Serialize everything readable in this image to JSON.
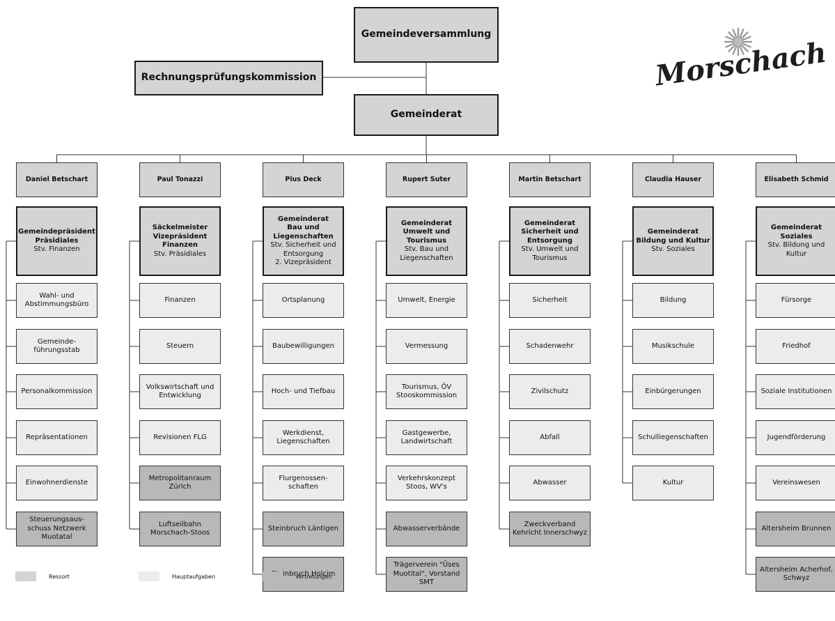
{
  "top": {
    "gemeindeversammlung": "Gemeindeversammlung",
    "rpk": "Rechnungsprüfungskommission",
    "gemeinderat": "Gemeinderat"
  },
  "logo": {
    "text": "Morschach"
  },
  "columns": [
    {
      "name": "Daniel Betschart",
      "ressort": {
        "title": "Gemeindepräsident\nPräsidiales",
        "sub": "Stv. Finanzen"
      },
      "tasks": [
        {
          "label": "Wahl- und\nAbstimmungsbüro",
          "kind": "haupt"
        },
        {
          "label": "Gemeinde-\nführungsstab",
          "kind": "haupt"
        },
        {
          "label": "Personalkommission",
          "kind": "haupt"
        },
        {
          "label": "Repräsentationen",
          "kind": "haupt"
        },
        {
          "label": "Einwohnerdienste",
          "kind": "haupt"
        },
        {
          "label": "Steuerungsaus-\nschuss Netzwerk\nMuotatal",
          "kind": "vertr"
        }
      ]
    },
    {
      "name": "Paul Tonazzi",
      "ressort": {
        "title": "Säckelmeister\nVizepräsident\nFinanzen",
        "sub": "Stv. Präsidiales"
      },
      "tasks": [
        {
          "label": "Finanzen",
          "kind": "haupt"
        },
        {
          "label": "Steuern",
          "kind": "haupt"
        },
        {
          "label": "Volkswirtschaft und\nEntwicklung",
          "kind": "haupt"
        },
        {
          "label": "Revisionen FLG",
          "kind": "haupt"
        },
        {
          "label": "Metropolitanraum\nZürich",
          "kind": "vertr"
        },
        {
          "label": "Luftseilbahn\nMorschach-Stoos",
          "kind": "vertr"
        }
      ]
    },
    {
      "name": "Pius Deck",
      "ressort": {
        "title": "Gemeinderat\nBau und\nLiegenschaften",
        "sub": "Stv. Sicherheit und\nEntsorgung\n2. Vizepräsident"
      },
      "tasks": [
        {
          "label": "Ortsplanung",
          "kind": "haupt"
        },
        {
          "label": "Baubewilligungen",
          "kind": "haupt"
        },
        {
          "label": "Hoch- und Tiefbau",
          "kind": "haupt"
        },
        {
          "label": "Werkdienst,\nLiegenschaften",
          "kind": "haupt"
        },
        {
          "label": "Flurgenossen-\nschaften",
          "kind": "haupt"
        },
        {
          "label": "Steinbruch Läntigen",
          "kind": "vertr"
        },
        {
          "label": "Steinbruch Holcim",
          "kind": "vertr"
        }
      ]
    },
    {
      "name": "Rupert Suter",
      "ressort": {
        "title": "Gemeinderat\nUmwelt und\nTourismus",
        "sub": "Stv. Bau und\nLiegenschaften"
      },
      "tasks": [
        {
          "label": "Umwelt, Energie",
          "kind": "haupt"
        },
        {
          "label": "Vermessung",
          "kind": "haupt"
        },
        {
          "label": "Tourismus, ÖV\nStooskommission",
          "kind": "haupt"
        },
        {
          "label": "Gastgewerbe,\nLandwirtschaft",
          "kind": "haupt"
        },
        {
          "label": "Verkehrskonzept\nStoos, WV's",
          "kind": "haupt"
        },
        {
          "label": "Abwasserverbände",
          "kind": "vertr"
        },
        {
          "label": "Trägerverein \"Üses\nMuotital\", Vorstand\nSMT",
          "kind": "vertr"
        }
      ]
    },
    {
      "name": "Martin Betschart",
      "ressort": {
        "title": "Gemeinderat\nSicherheit und\nEntsorgung",
        "sub": "Stv. Umwelt und\nTourismus"
      },
      "tasks": [
        {
          "label": "Sicherheit",
          "kind": "haupt"
        },
        {
          "label": "Schadenwehr",
          "kind": "haupt"
        },
        {
          "label": "Zivilschutz",
          "kind": "haupt"
        },
        {
          "label": "Abfall",
          "kind": "haupt"
        },
        {
          "label": "Abwasser",
          "kind": "haupt"
        },
        {
          "label": "Zweckverband\nKehricht Innerschwyz",
          "kind": "vertr"
        }
      ]
    },
    {
      "name": "Claudia Hauser",
      "ressort": {
        "title": "Gemeinderat\nBildung und Kultur",
        "sub": "Stv. Soziales"
      },
      "tasks": [
        {
          "label": "Bildung",
          "kind": "haupt"
        },
        {
          "label": "Musikschule",
          "kind": "haupt"
        },
        {
          "label": "Einbürgerungen",
          "kind": "haupt"
        },
        {
          "label": "Schulliegenschaften",
          "kind": "haupt"
        },
        {
          "label": "Kultur",
          "kind": "haupt"
        }
      ]
    },
    {
      "name": "Elisabeth Schmid",
      "ressort": {
        "title": "Gemeinderat\nSoziales",
        "sub": "Stv. Bildung und\nKultur"
      },
      "tasks": [
        {
          "label": "Fürsorge",
          "kind": "haupt"
        },
        {
          "label": "Friedhof",
          "kind": "haupt"
        },
        {
          "label": "Soziale Institutionen",
          "kind": "haupt"
        },
        {
          "label": "Jugendförderung",
          "kind": "haupt"
        },
        {
          "label": "Vereinswesen",
          "kind": "haupt"
        },
        {
          "label": "Altersheim Brunnen",
          "kind": "vertr"
        },
        {
          "label": "Altersheim Acherhof,\nSchwyz",
          "kind": "vertr"
        }
      ]
    }
  ],
  "legend": {
    "ressort": "Ressort",
    "haupt": "Hauptaufgaben",
    "vertr": "Vertretungen"
  },
  "colors": {
    "ressort": "#d4d4d4",
    "haupt": "#ececec",
    "vertr": "#b8b8b8"
  }
}
